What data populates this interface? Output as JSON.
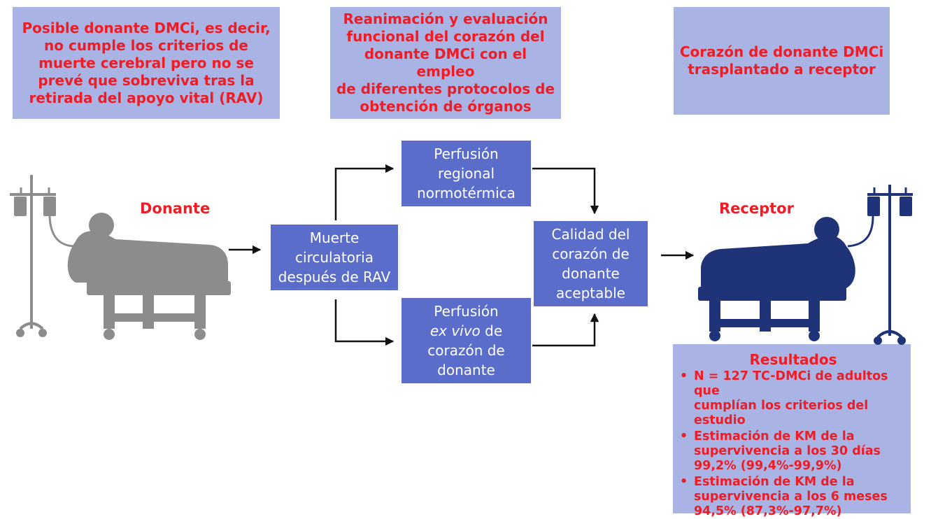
{
  "header_boxes": [
    {
      "lines": [
        "Posible donante DMCi, es decir,",
        "no cumple los criterios de",
        "muerte cerebral pero no se",
        "prevé que sobreviva tras la",
        "retirada del apoyo vital (RAV)"
      ]
    },
    {
      "lines": [
        "Reanimación y evaluación",
        "funcional del corazón del",
        "donante DMCi con el empleo",
        "de diferentes protocolos de",
        "obtención de órganos"
      ]
    },
    {
      "lines": [
        "Corazón de donante DMCi",
        "trasplantado a receptor"
      ]
    }
  ],
  "labels": {
    "donor": "Donante",
    "recipient": "Receptor"
  },
  "nodes": {
    "death": [
      "Muerte",
      "circulatoria",
      "después de RAV"
    ],
    "regional": [
      "Perfusión",
      "regional",
      "normotérmica"
    ],
    "exvivo": {
      "line1": "Perfusión",
      "line2_italic": "ex vivo",
      "line2_rest": " de",
      "line3": "corazón de",
      "line4": "donante"
    },
    "quality": [
      "Calidad del",
      "corazón de",
      "donante",
      "aceptable"
    ]
  },
  "results": {
    "title": "Resultados",
    "items": [
      [
        "N = 127 TC-DMCi de adultos que",
        "cumplían los criterios del estudio"
      ],
      [
        "Estimación de KM de la",
        "supervivencia a los 30 días",
        "99,2% (99,4%-99,9%)"
      ],
      [
        "Estimación de KM de la",
        "supervivencia a los 6 meses",
        "94,5% (87,3%-97,7%)"
      ]
    ]
  },
  "colors": {
    "accent_red": "#ee1c25",
    "box_light": "#aab4e4",
    "box_dark": "#5a6dcb",
    "donor_gray": "#8c8c8c",
    "recipient_navy": "#1f3478"
  },
  "icons": [
    "donor-patient-icon",
    "recipient-patient-icon"
  ]
}
